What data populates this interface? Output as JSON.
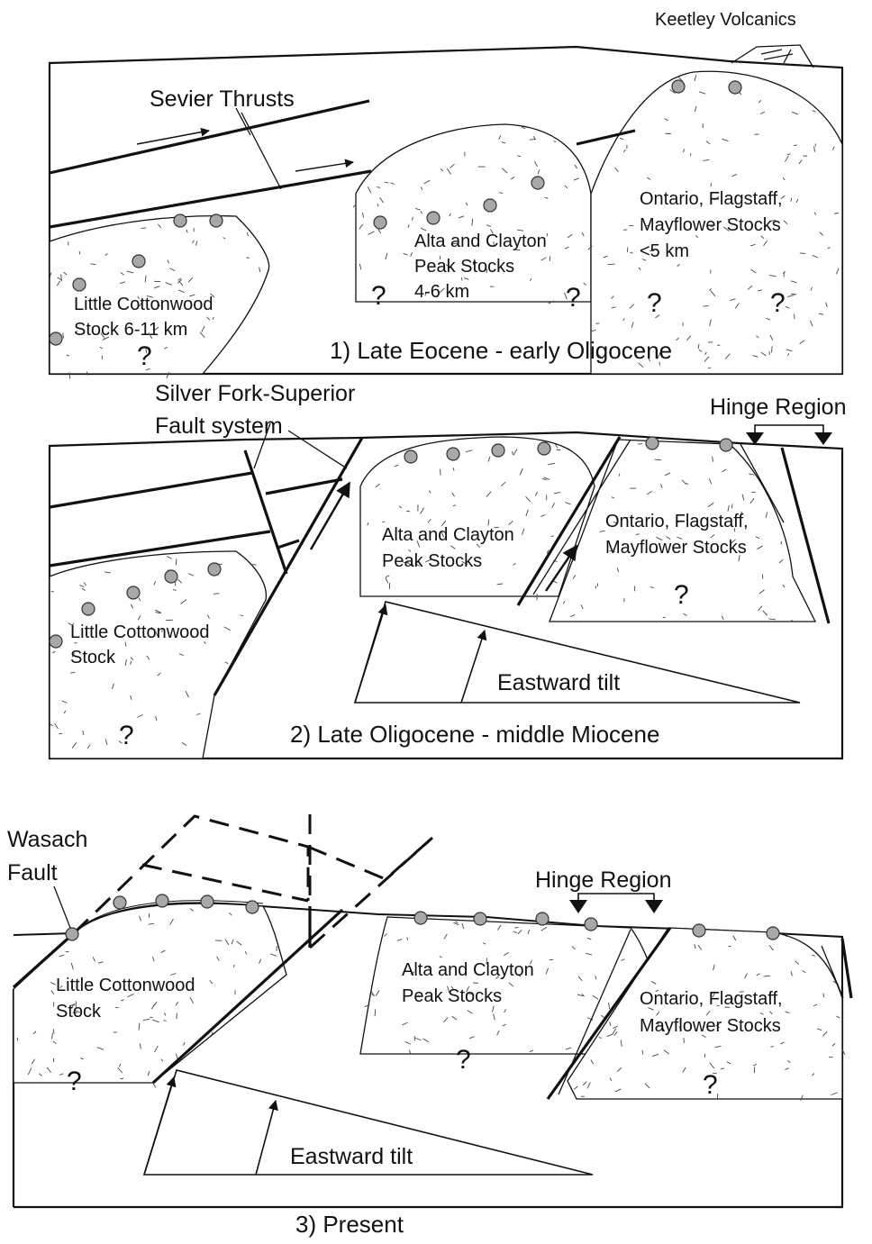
{
  "panel1": {
    "title": "1) Late Eocene - early Oligocene",
    "keetley": "Keetley Volcanics",
    "sevier": "Sevier Thrusts",
    "little_cottonwood": [
      "Little Cottonwood",
      "Stock  6-11 km"
    ],
    "alta": [
      "Alta and Clayton",
      "Peak Stocks",
      "4-6 km"
    ],
    "ontario": [
      "Ontario, Flagstaff,",
      "Mayflower Stocks",
      "<5 km"
    ],
    "unknown_mark": "?"
  },
  "panel2": {
    "title": "2) Late Oligocene - middle Miocene",
    "fault_system": [
      "Silver Fork-Superior",
      "Fault system"
    ],
    "hinge": "Hinge Region",
    "little_cottonwood": [
      "Little Cottonwood",
      "Stock"
    ],
    "alta": [
      "Alta and Clayton",
      "Peak Stocks"
    ],
    "ontario": [
      "Ontario, Flagstaff,",
      "Mayflower Stocks"
    ],
    "tilt": "Eastward tilt",
    "unknown_mark": "?"
  },
  "panel3": {
    "title": "3)  Present",
    "wasatch": [
      "Wasach",
      "Fault"
    ],
    "hinge": "Hinge Region",
    "little_cottonwood": [
      "Little Cottonwood",
      "Stock"
    ],
    "alta": [
      "Alta and Clayton",
      "Peak Stocks"
    ],
    "ontario": [
      "Ontario, Flagstaff,",
      "Mayflower Stocks"
    ],
    "tilt": "Eastward tilt",
    "unknown_mark": "?"
  }
}
